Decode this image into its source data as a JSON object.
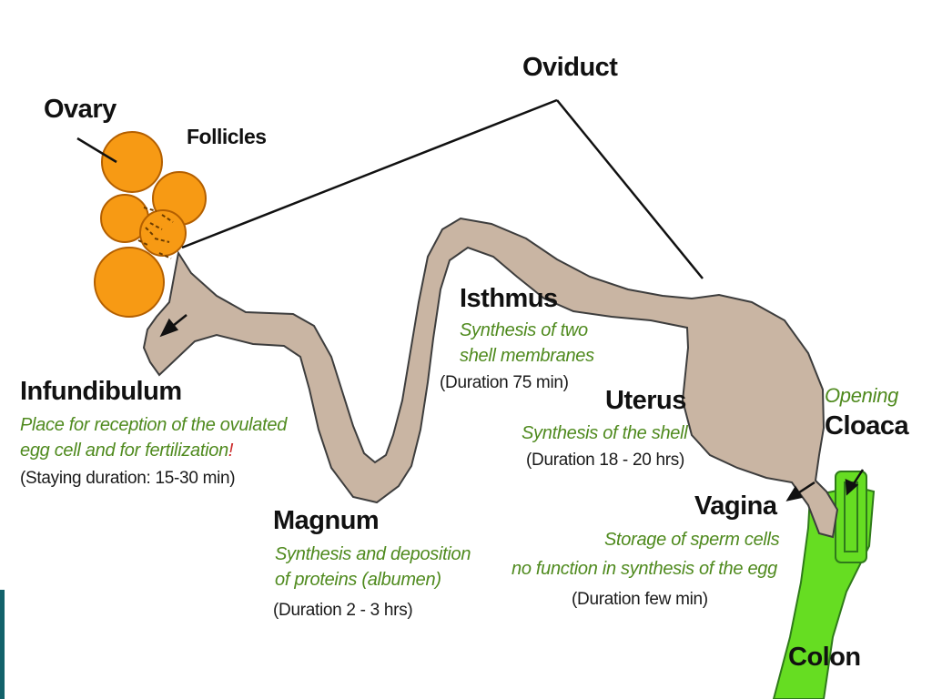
{
  "colors": {
    "oviduct_fill": "#c9b5a3",
    "ovary_fill": "#f79a14",
    "green_fill": "#66dd22",
    "function_text": "#4f8a1e",
    "accent_bar": "#12626a"
  },
  "labels": {
    "oviduct": "Oviduct",
    "ovary": "Ovary",
    "follicles": "Follicles",
    "infundibulum": {
      "title": "Infundibulum",
      "function_line1": "Place for reception of the ovulated",
      "function_line2": "egg cell and for fertilization",
      "function_mark": "!",
      "duration": "(Staying duration: 15-30 min)"
    },
    "magnum": {
      "title": "Magnum",
      "function_line1": "Synthesis and deposition",
      "function_line2": "of proteins (albumen)",
      "duration": "(Duration  2 - 3 hrs)"
    },
    "isthmus": {
      "title": "Isthmus",
      "function_line1": "Synthesis of two",
      "function_line2": "shell membranes",
      "duration": "(Duration   75  min)"
    },
    "uterus": {
      "title": "Uterus",
      "function_line1": "Synthesis of the shell",
      "duration": "(Duration 18 - 20 hrs)"
    },
    "vagina": {
      "title": "Vagina",
      "function_line1": "Storage of sperm cells",
      "function_line2": "no function in synthesis of the egg",
      "duration": "(Duration few min)"
    },
    "opening": "Opening",
    "cloaca": "Cloaca",
    "colon": "Colon"
  }
}
